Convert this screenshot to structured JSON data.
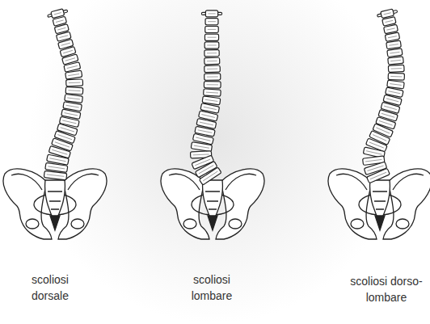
{
  "diagram": {
    "labels": [
      "scoliosi dorsale",
      "scoliosi lombare",
      "scoliosi dorso-lombare"
    ]
  }
}
